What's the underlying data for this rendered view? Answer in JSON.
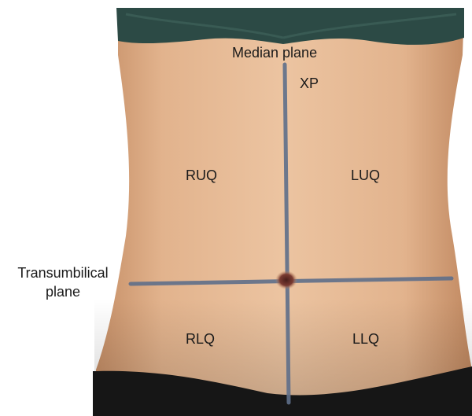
{
  "labels": {
    "median_plane": "Median plane",
    "xp": "XP",
    "ruq": "RUQ",
    "luq": "LUQ",
    "rlq": "RLQ",
    "llq": "LLQ",
    "transumbilical_plane_line1": "Transumbilical",
    "transumbilical_plane_line2": "plane"
  },
  "colors": {
    "skin_light": "#e8bd98",
    "skin_mid": "#d9a47c",
    "skin_shadow": "#b47d57",
    "bra": "#2c4a45",
    "underwear": "#161616",
    "plane_line": "#5f6f8a",
    "umbilicus": "#6b2f2a"
  }
}
